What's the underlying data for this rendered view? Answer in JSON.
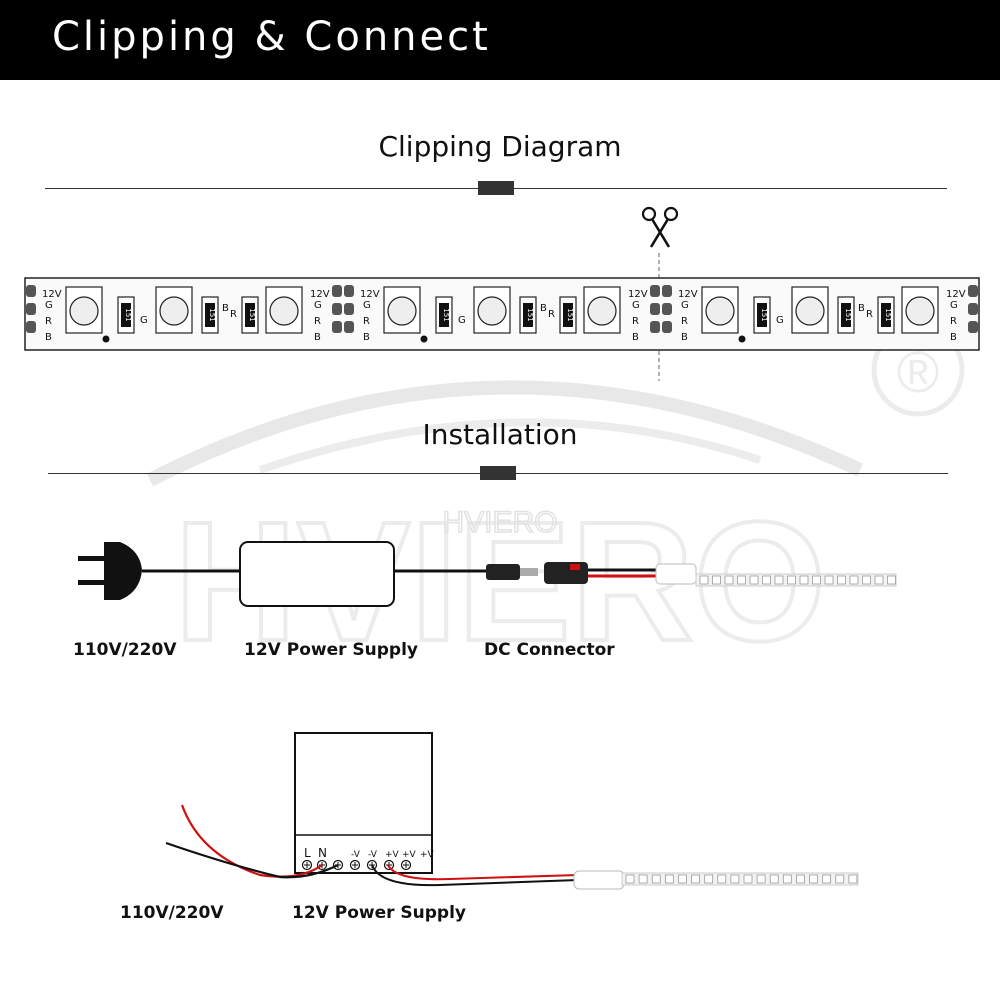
{
  "header": {
    "title": "Clipping & Connect"
  },
  "sections": {
    "clipping": "Clipping Diagram",
    "installation": "Installation"
  },
  "strip": {
    "voltage": "12V",
    "channels": [
      "G",
      "R",
      "B"
    ],
    "resistor": "151",
    "pad_g": "G",
    "pad_b": "B",
    "pad_r": "R"
  },
  "install_top": {
    "mains": "110V/220V",
    "power_supply": "12V Power Supply",
    "connector": "DC Connector"
  },
  "install_bottom": {
    "mains": "110V/220V",
    "power_supply": "12V Power Supply",
    "terminals": [
      "L",
      "N",
      "-V",
      "-V",
      "+V",
      "+V",
      "+V"
    ]
  },
  "watermark": {
    "brand": "HVIERO",
    "mark": "®"
  },
  "colors": {
    "header_bg": "#000000",
    "wire_red": "#d01010",
    "rule": "#333333"
  }
}
